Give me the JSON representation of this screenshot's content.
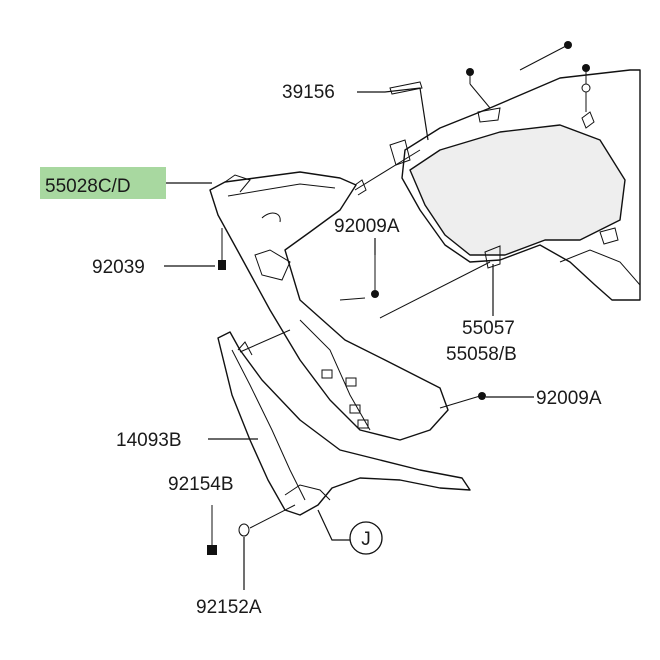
{
  "diagram": {
    "highlight_color": "#a8d8a0",
    "ink_color": "#111111",
    "part_fill": "#ffffff",
    "shade_fill": "#eeeeee",
    "labels": {
      "p39156": "39156",
      "p55028": "55028C/D",
      "p92039": "92039",
      "p92009a_top": "92009A",
      "p55057": "55057",
      "p55058": "55058/B",
      "p92009a_right": "92009A",
      "p14093": "14093B",
      "p92154": "92154B",
      "pJ": "J",
      "p92152": "92152A"
    }
  }
}
